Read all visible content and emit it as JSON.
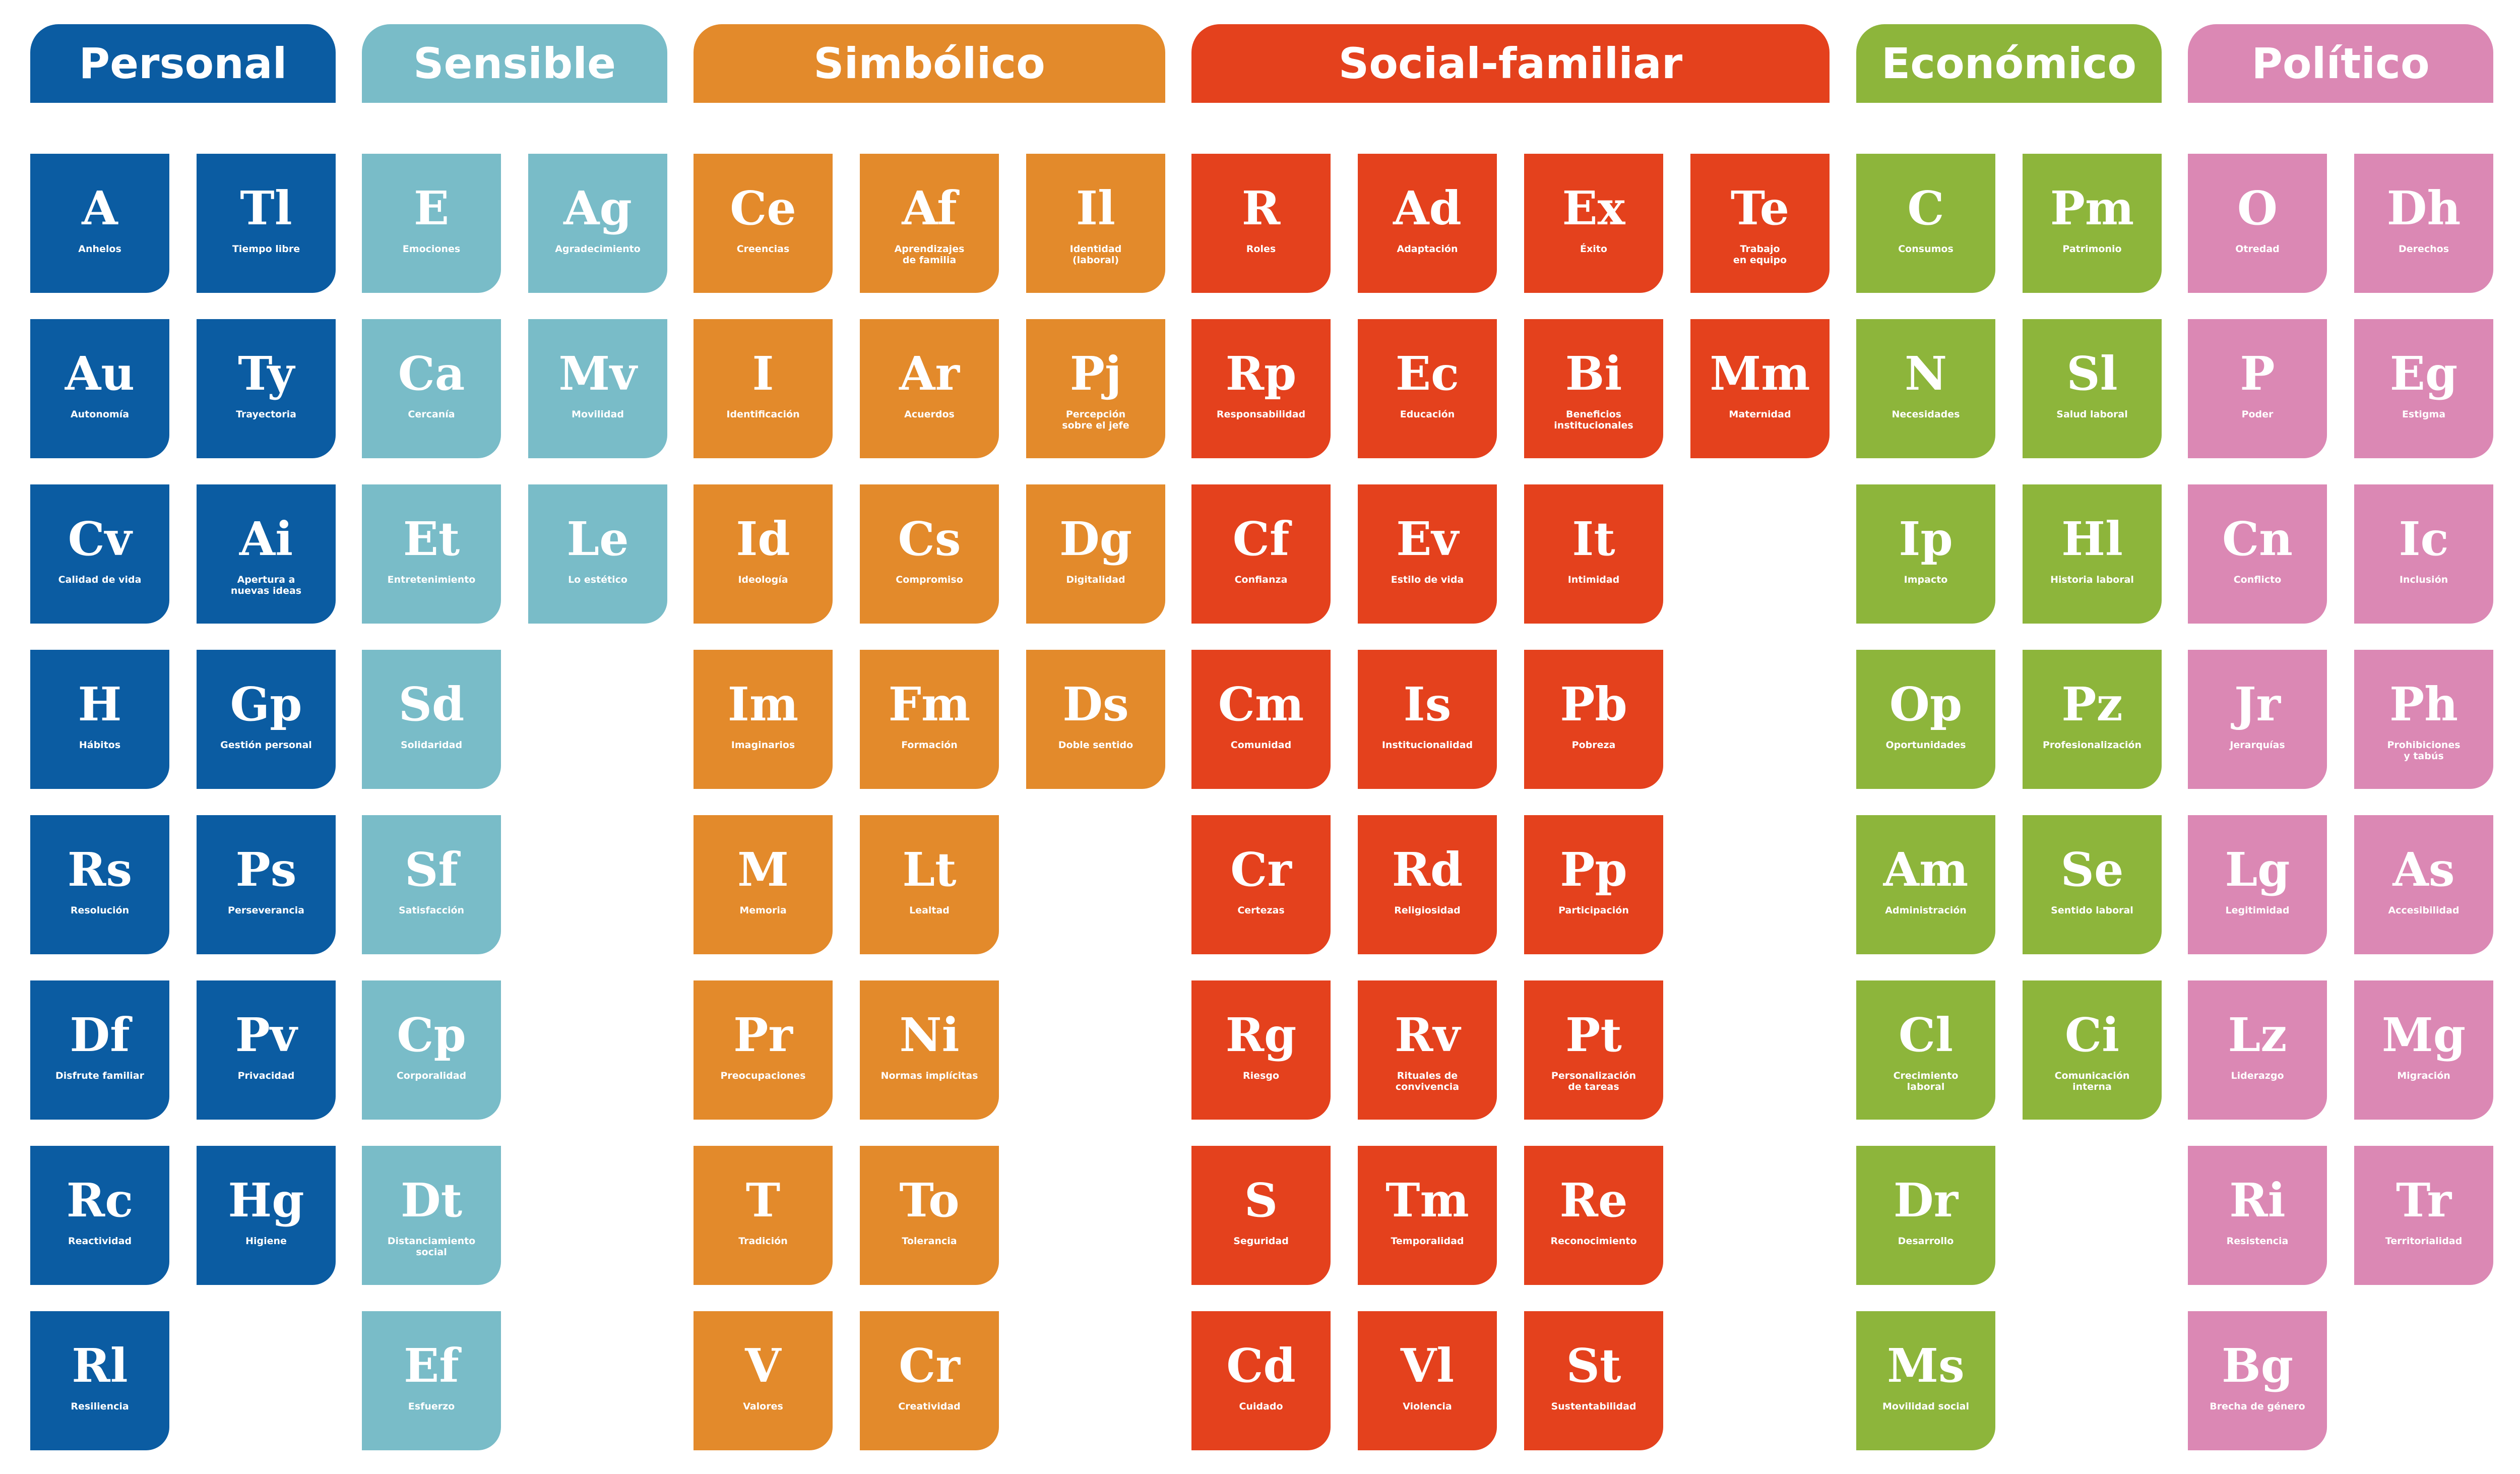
{
  "groups": [
    {
      "id": "personal",
      "title": "Personal",
      "color": "#0B5CA2",
      "columns": [
        [
          {
            "symbol": "A",
            "name": "Anhelos"
          },
          {
            "symbol": "Au",
            "name": "Autonomía"
          },
          {
            "symbol": "Cv",
            "name": "Calidad de vida"
          },
          {
            "symbol": "H",
            "name": "Hábitos"
          },
          {
            "symbol": "Rs",
            "name": "Resolución"
          },
          {
            "symbol": "Df",
            "name": "Disfrute familiar"
          },
          {
            "symbol": "Rc",
            "name": "Reactividad"
          },
          {
            "symbol": "Rl",
            "name": "Resiliencia"
          }
        ],
        [
          {
            "symbol": "Tl",
            "name": "Tiempo libre"
          },
          {
            "symbol": "Ty",
            "name": "Trayectoria"
          },
          {
            "symbol": "Ai",
            "name": "Apertura a\nnuevas ideas"
          },
          {
            "symbol": "Gp",
            "name": "Gestión personal"
          },
          {
            "symbol": "Ps",
            "name": "Perseverancia"
          },
          {
            "symbol": "Pv",
            "name": "Privacidad"
          },
          {
            "symbol": "Hg",
            "name": "Higiene"
          }
        ]
      ]
    },
    {
      "id": "sensible",
      "title": "Sensible",
      "color": "#79BCC8",
      "columns": [
        [
          {
            "symbol": "E",
            "name": "Emociones"
          },
          {
            "symbol": "Ca",
            "name": "Cercanía"
          },
          {
            "symbol": "Et",
            "name": "Entretenimiento"
          },
          {
            "symbol": "Sd",
            "name": "Solidaridad"
          },
          {
            "symbol": "Sf",
            "name": "Satisfacción"
          },
          {
            "symbol": "Cp",
            "name": "Corporalidad"
          },
          {
            "symbol": "Dt",
            "name": "Distanciamiento\nsocial"
          },
          {
            "symbol": "Ef",
            "name": "Esfuerzo"
          }
        ],
        [
          {
            "symbol": "Ag",
            "name": "Agradecimiento"
          },
          {
            "symbol": "Mv",
            "name": "Movilidad"
          },
          {
            "symbol": "Le",
            "name": "Lo estético"
          }
        ]
      ]
    },
    {
      "id": "simbolico",
      "title": "Simbólico",
      "color": "#E38A2B",
      "columns": [
        [
          {
            "symbol": "Ce",
            "name": "Creencias"
          },
          {
            "symbol": "I",
            "name": "Identificación"
          },
          {
            "symbol": "Id",
            "name": "Ideología"
          },
          {
            "symbol": "Im",
            "name": "Imaginarios"
          },
          {
            "symbol": "M",
            "name": "Memoria"
          },
          {
            "symbol": "Pr",
            "name": "Preocupaciones"
          },
          {
            "symbol": "T",
            "name": "Tradición"
          },
          {
            "symbol": "V",
            "name": "Valores"
          }
        ],
        [
          {
            "symbol": "Af",
            "name": "Aprendizajes\nde familia"
          },
          {
            "symbol": "Ar",
            "name": "Acuerdos"
          },
          {
            "symbol": "Cs",
            "name": "Compromiso"
          },
          {
            "symbol": "Fm",
            "name": "Formación"
          },
          {
            "symbol": "Lt",
            "name": "Lealtad"
          },
          {
            "symbol": "Ni",
            "name": "Normas implícitas"
          },
          {
            "symbol": "To",
            "name": "Tolerancia"
          },
          {
            "symbol": "Cr",
            "name": "Creatividad"
          }
        ],
        [
          {
            "symbol": "Il",
            "name": "Identidad\n(laboral)"
          },
          {
            "symbol": "Pj",
            "name": "Percepción\nsobre el jefe"
          },
          {
            "symbol": "Dg",
            "name": "Digitalidad"
          },
          {
            "symbol": "Ds",
            "name": "Doble sentido"
          }
        ]
      ]
    },
    {
      "id": "social-familiar",
      "title": "Social-familiar",
      "color": "#E4411D",
      "columns": [
        [
          {
            "symbol": "R",
            "name": "Roles"
          },
          {
            "symbol": "Rp",
            "name": "Responsabilidad"
          },
          {
            "symbol": "Cf",
            "name": "Confianza"
          },
          {
            "symbol": "Cm",
            "name": "Comunidad"
          },
          {
            "symbol": "Cr",
            "name": "Certezas"
          },
          {
            "symbol": "Rg",
            "name": "Riesgo"
          },
          {
            "symbol": "S",
            "name": "Seguridad"
          },
          {
            "symbol": "Cd",
            "name": "Cuidado"
          }
        ],
        [
          {
            "symbol": "Ad",
            "name": "Adaptación"
          },
          {
            "symbol": "Ec",
            "name": "Educación"
          },
          {
            "symbol": "Ev",
            "name": "Estilo de vida"
          },
          {
            "symbol": "Is",
            "name": "Institucionalidad"
          },
          {
            "symbol": "Rd",
            "name": "Religiosidad"
          },
          {
            "symbol": "Rv",
            "name": "Rituales de\nconvivencia"
          },
          {
            "symbol": "Tm",
            "name": "Temporalidad"
          },
          {
            "symbol": "Vl",
            "name": "Violencia"
          }
        ],
        [
          {
            "symbol": "Ex",
            "name": "Éxito"
          },
          {
            "symbol": "Bi",
            "name": "Beneficios\ninstitucionales"
          },
          {
            "symbol": "It",
            "name": "Intimidad"
          },
          {
            "symbol": "Pb",
            "name": "Pobreza"
          },
          {
            "symbol": "Pp",
            "name": "Participación"
          },
          {
            "symbol": "Pt",
            "name": "Personalización\nde tareas"
          },
          {
            "symbol": "Re",
            "name": "Reconocimiento"
          },
          {
            "symbol": "St",
            "name": "Sustentabilidad"
          }
        ],
        [
          {
            "symbol": "Te",
            "name": "Trabajo\nen equipo"
          },
          {
            "symbol": "Mm",
            "name": "Maternidad"
          }
        ]
      ]
    },
    {
      "id": "economico",
      "title": "Económico",
      "color": "#8DB53B",
      "columns": [
        [
          {
            "symbol": "C",
            "name": "Consumos"
          },
          {
            "symbol": "N",
            "name": "Necesidades"
          },
          {
            "symbol": "Ip",
            "name": "Impacto"
          },
          {
            "symbol": "Op",
            "name": "Oportunidades"
          },
          {
            "symbol": "Am",
            "name": "Administración"
          },
          {
            "symbol": "Cl",
            "name": "Crecimiento\nlaboral"
          },
          {
            "symbol": "Dr",
            "name": "Desarrollo"
          },
          {
            "symbol": "Ms",
            "name": "Movilidad social"
          }
        ],
        [
          {
            "symbol": "Pm",
            "name": "Patrimonio"
          },
          {
            "symbol": "Sl",
            "name": "Salud laboral"
          },
          {
            "symbol": "Hl",
            "name": "Historia laboral"
          },
          {
            "symbol": "Pz",
            "name": "Profesionalización"
          },
          {
            "symbol": "Se",
            "name": "Sentido laboral"
          },
          {
            "symbol": "Ci",
            "name": "Comunicación\ninterna"
          }
        ]
      ]
    },
    {
      "id": "politico",
      "title": "Político",
      "color": "#DB88B4",
      "columns": [
        [
          {
            "symbol": "O",
            "name": "Otredad"
          },
          {
            "symbol": "P",
            "name": "Poder"
          },
          {
            "symbol": "Cn",
            "name": "Conflicto"
          },
          {
            "symbol": "Jr",
            "name": "Jerarquías"
          },
          {
            "symbol": "Lg",
            "name": "Legitimidad"
          },
          {
            "symbol": "Lz",
            "name": "Liderazgo"
          },
          {
            "symbol": "Ri",
            "name": "Resistencia"
          },
          {
            "symbol": "Bg",
            "name": "Brecha de género"
          }
        ],
        [
          {
            "symbol": "Dh",
            "name": "Derechos"
          },
          {
            "symbol": "Eg",
            "name": "Estigma"
          },
          {
            "symbol": "Ic",
            "name": "Inclusión"
          },
          {
            "symbol": "Ph",
            "name": "Prohibiciones\ny tabús"
          },
          {
            "symbol": "As",
            "name": "Accesibilidad"
          },
          {
            "symbol": "Mg",
            "name": "Migración"
          },
          {
            "symbol": "Tr",
            "name": "Territorialidad"
          }
        ]
      ]
    }
  ]
}
